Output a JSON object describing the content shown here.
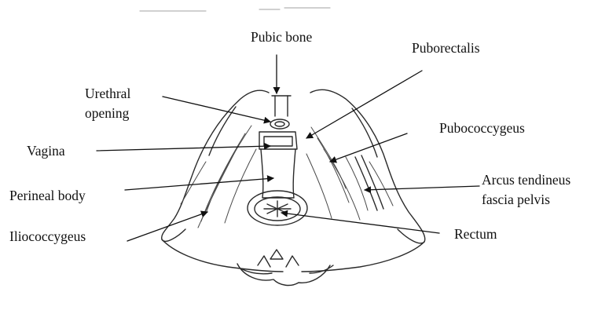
{
  "labels": {
    "pubic_bone": "Pubic bone",
    "puborectalis": "Puborectalis",
    "urethral_opening_1": "Urethral",
    "urethral_opening_2": "opening",
    "pubococcygeus": "Pubococcygeus",
    "vagina": "Vagina",
    "arcus_1": "Arcus tendineus",
    "arcus_2": "fascia pelvis",
    "perineal_body": "Perineal body",
    "iliococcygeus": "Iliococcygeus",
    "rectum": "Rectum"
  },
  "colors": {
    "ink": "#111111",
    "line": "#1a1a1a"
  }
}
